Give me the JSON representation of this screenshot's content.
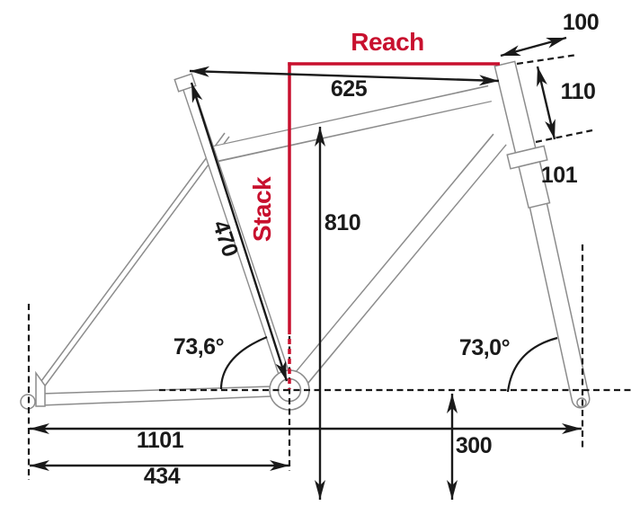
{
  "diagram": {
    "title": "Bicycle frame geometry drawing",
    "type": "bicycle-frame-geometry",
    "colors": {
      "accent": "#c8102e",
      "dimension_lines": "#1a1a1a",
      "frame_outline": "#8c8c8c",
      "background": "#ffffff"
    },
    "labels": {
      "reach": "Reach",
      "stack": "Stack",
      "top_tube": "625",
      "stem": "100",
      "head_tube": "110",
      "head_lower": "101",
      "seat_tube": "470",
      "stack_height": "810",
      "seat_angle": "73,6°",
      "head_angle": "73,0°",
      "wheelbase": "1101",
      "chainstay": "434",
      "axle_height": "300"
    }
  }
}
